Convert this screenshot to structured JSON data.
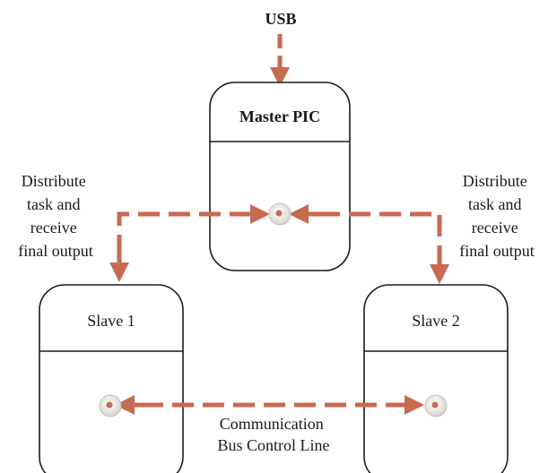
{
  "diagram": {
    "usb_label": "USB",
    "master": {
      "title": "Master PIC"
    },
    "slave1": {
      "title": "Slave 1"
    },
    "slave2": {
      "title": "Slave 2"
    },
    "left_label": [
      "Distribute",
      "task and",
      "receive",
      "final output"
    ],
    "right_label": [
      "Distribute",
      "task and",
      "receive",
      "final output"
    ],
    "bus_label": [
      "Communication",
      "Bus Control Line"
    ]
  },
  "colors": {
    "arrow": "#c96a50",
    "box_stroke": "#1a1a1a",
    "node_ring": "#d8d0c8",
    "node_dot": "#c96a50"
  },
  "icons": {
    "node": "connector-node-icon",
    "arrowhead": "arrowhead-icon"
  }
}
